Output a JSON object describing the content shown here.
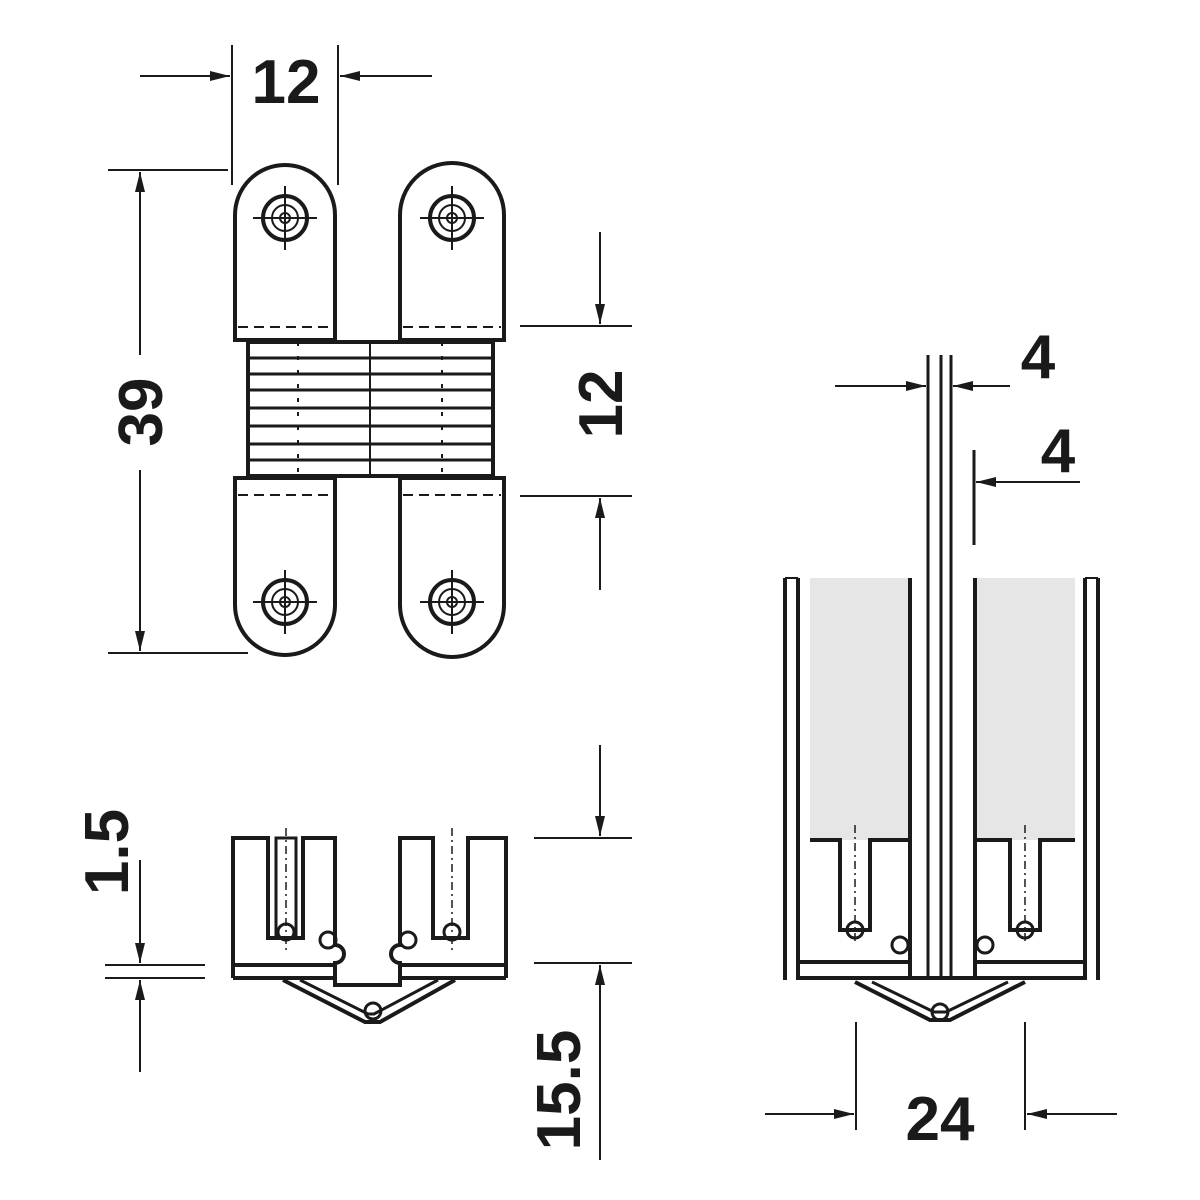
{
  "drawing": {
    "subject": "concealed-hinge",
    "dimensions": {
      "top_width": "12",
      "total_height": "39",
      "middle_height": "12",
      "top_offset_1": "4",
      "top_offset_2": "4",
      "flange_thickness": "1.5",
      "depth": "15.5",
      "bore_width": "24"
    },
    "colors": {
      "line": "#1a1a1a",
      "section_fill": "#e6e6e6",
      "background": "#ffffff"
    }
  }
}
